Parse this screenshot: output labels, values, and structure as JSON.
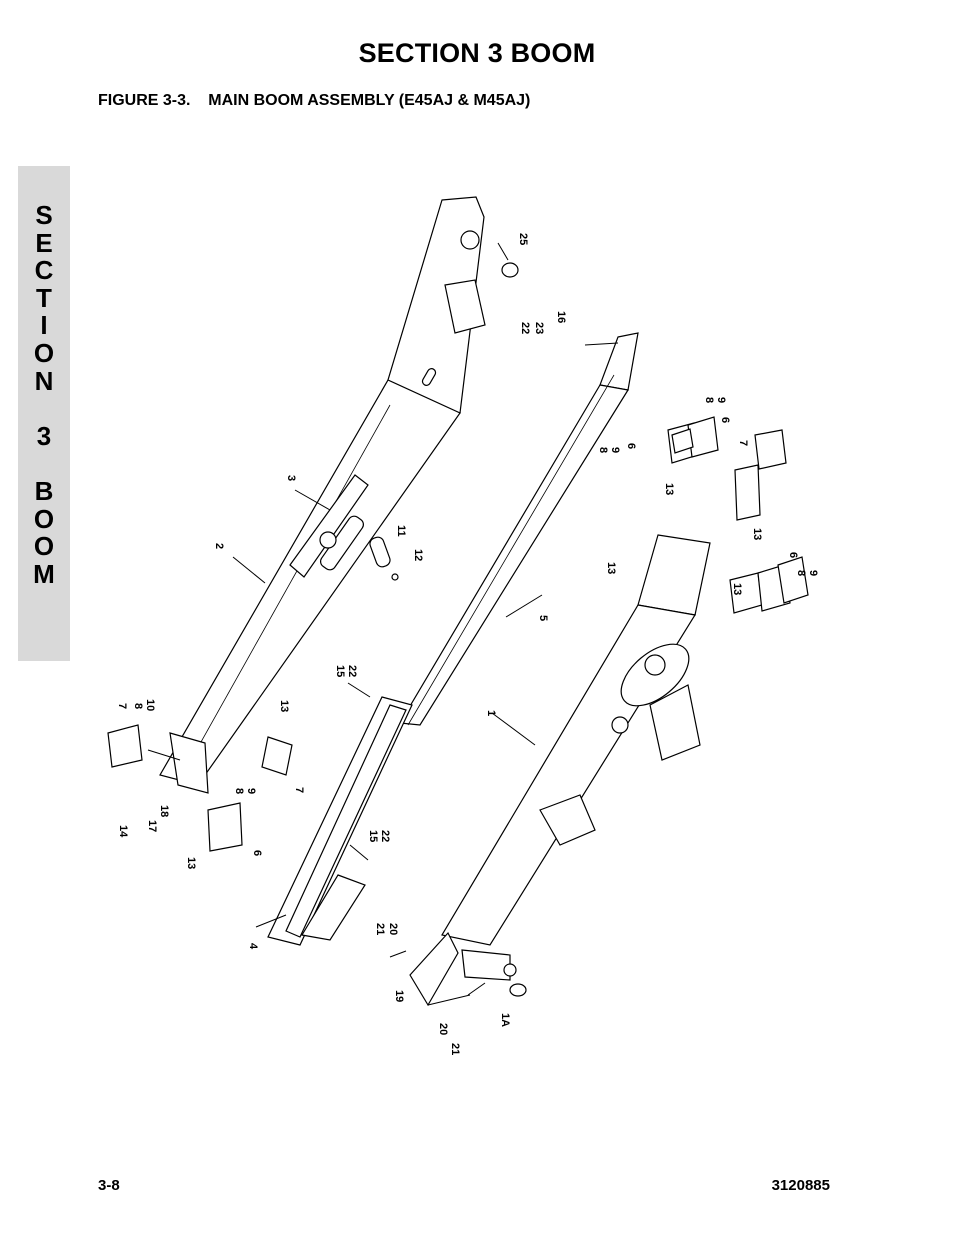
{
  "header": {
    "section_title": "SECTION 3  BOOM",
    "figure_title": "FIGURE 3-3.    MAIN BOOM ASSEMBLY (E45AJ & M45AJ)"
  },
  "side_tab": {
    "letters": [
      "S",
      "E",
      "C",
      "T",
      "I",
      "O",
      "N",
      " ",
      "3",
      " ",
      "B",
      "O",
      "O",
      "M"
    ]
  },
  "drawing": {
    "callouts": [
      "25",
      "22",
      "23",
      "16",
      "3",
      "11",
      "12",
      "2",
      "5",
      "8",
      "9",
      "6",
      "7",
      "13",
      "1",
      "15",
      "10",
      "14",
      "17",
      "18",
      "4",
      "21",
      "20",
      "19",
      "1A"
    ]
  },
  "footer": {
    "page_number": "3-8",
    "doc_number": "3120885"
  }
}
